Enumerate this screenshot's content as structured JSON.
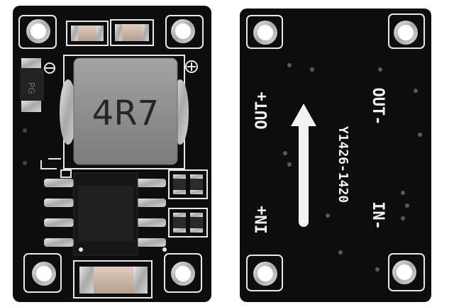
{
  "front_board": {
    "inductor_marking": "4R7",
    "diode_marking": "PG"
  },
  "back_board": {
    "labels": {
      "out_plus": "OUT+",
      "out_minus": "OUT-",
      "in_plus": "IN+",
      "in_minus": "IN-",
      "model": "Y1426-1420"
    }
  },
  "colors": {
    "pcb": "#0d0d0d",
    "silkscreen": "#f2f2f2",
    "pad_silver": "#c9c9c9",
    "inductor_body": "#8f8f8f"
  }
}
